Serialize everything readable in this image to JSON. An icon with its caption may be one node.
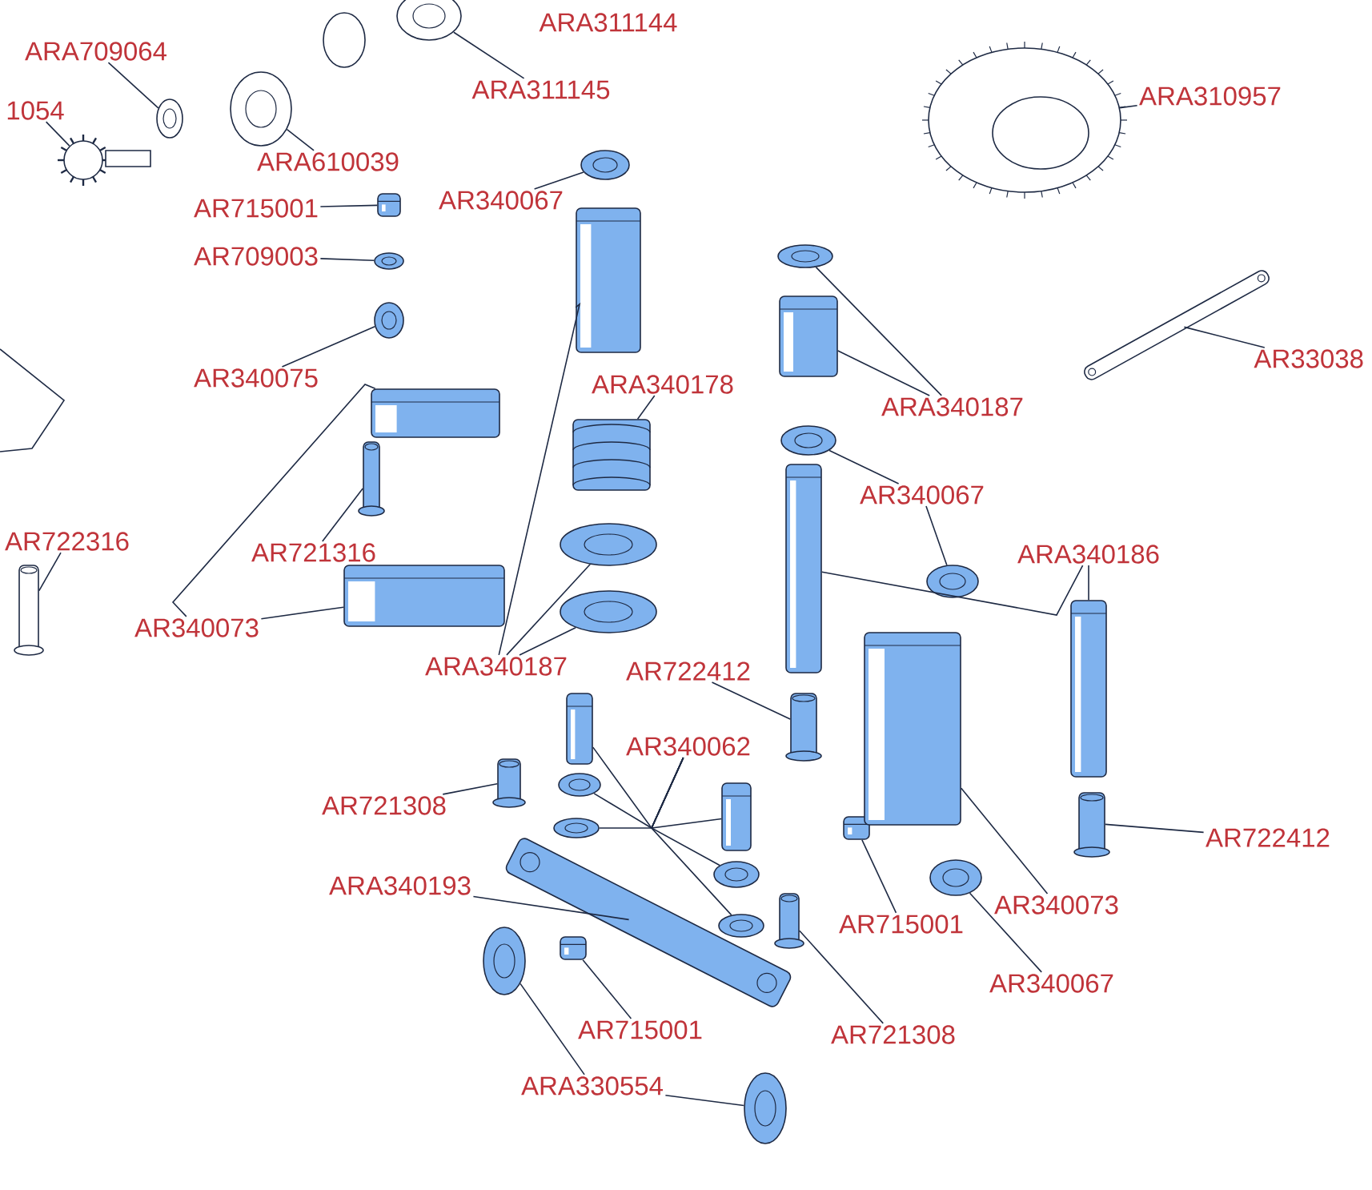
{
  "diagram": {
    "nodes": [
      {
        "text": [
          "ARA709064"
        ]
      },
      {
        "text": [],
        "shape": "picture"
      },
      {
        "text": [
          "1054"
        ]
      },
      {
        "text": [],
        "shape": "picture"
      },
      {
        "text": [
          "ARA610039"
        ]
      },
      {
        "text": [],
        "shape": "picture"
      },
      {
        "text": [
          "ARA311145"
        ]
      },
      {
        "text": [],
        "shape": "picture"
      },
      {
        "text": [
          "ARA310957"
        ]
      },
      {
        "text": [],
        "shape": "picture"
      },
      {
        "text": [
          "AR715001"
        ]
      },
      {
        "text": [],
        "shape": "picture"
      },
      {
        "text": [
          "AR340067"
        ]
      },
      {
        "text": [],
        "shape": "picture"
      },
      {
        "text": [
          "AR709003"
        ]
      },
      {
        "text": [],
        "shape": "picture"
      },
      {
        "text": [
          "AR340075"
        ]
      },
      {
        "text": [],
        "shape": "picture"
      },
      {
        "text": [
          "ARA340178"
        ]
      },
      {
        "text": [],
        "shape": "picture"
      },
      {
        "text": [
          "ARA340187"
        ]
      },
      {
        "text": [],
        "shape": "picture"
      },
      {
        "text": [],
        "shape": "picture"
      },
      {
        "text": [
          "AR33038"
        ]
      },
      {
        "text": [],
        "shape": "picture"
      },
      {
        "text": [
          "AR722316"
        ]
      },
      {
        "text": [],
        "shape": "picture"
      },
      {
        "text": [
          "AR721316"
        ]
      },
      {
        "text": [],
        "shape": "picture"
      },
      {
        "text": [
          "AR340067"
        ]
      },
      {
        "text": [],
        "shape": "picture"
      },
      {
        "text": [],
        "shape": "picture"
      },
      {
        "text": [
          "ARA340186"
        ]
      },
      {
        "text": [],
        "shape": "picture"
      },
      {
        "text": [],
        "shape": "picture"
      },
      {
        "text": [
          "AR340073"
        ]
      },
      {
        "text": [],
        "shape": "picture"
      },
      {
        "text": [],
        "shape": "picture"
      },
      {
        "text": [
          "ARA340187"
        ]
      },
      {
        "text": [],
        "shape": "picture"
      },
      {
        "text": [],
        "shape": "picture"
      },
      {
        "text": [],
        "shape": "picture"
      },
      {
        "text": [
          "AR722412"
        ]
      },
      {
        "text": [],
        "shape": "picture"
      },
      {
        "text": [
          "AR340062"
        ]
      },
      {
        "text": [],
        "shape": "picture"
      },
      {
        "text": [],
        "shape": "picture"
      },
      {
        "text": [],
        "shape": "picture"
      },
      {
        "text": [],
        "shape": "picture"
      },
      {
        "text": [],
        "shape": "picture"
      },
      {
        "text": [],
        "shape": "picture"
      },
      {
        "text": [
          "AR721308"
        ]
      },
      {
        "text": [],
        "shape": "picture"
      },
      {
        "text": [
          "AR722412"
        ]
      },
      {
        "text": [],
        "shape": "picture"
      },
      {
        "text": [
          "ARA340193"
        ]
      },
      {
        "text": [],
        "shape": "picture"
      },
      {
        "text": [
          "AR715001"
        ]
      },
      {
        "text": [],
        "shape": "picture"
      },
      {
        "text": [
          "AR340073"
        ]
      },
      {
        "text": [],
        "shape": "picture"
      },
      {
        "text": [
          "AR340067"
        ]
      },
      {
        "text": [],
        "shape": "picture"
      },
      {
        "text": [
          "AR715001"
        ]
      },
      {
        "text": [],
        "shape": "picture"
      },
      {
        "text": [
          "AR721308"
        ]
      },
      {
        "text": [],
        "shape": "picture"
      },
      {
        "text": [
          "ARA330554"
        ]
      },
      {
        "text": [],
        "shape": "picture"
      },
      {
        "text": [],
        "shape": "picture"
      }
    ],
    "edges": [
      {
        "from": 0,
        "to": 1,
        "arrow": "none"
      },
      {
        "from": 2,
        "to": 3,
        "arrow": "none"
      },
      {
        "from": 4,
        "to": 5,
        "arrow": "none"
      },
      {
        "from": 6,
        "to": 7,
        "arrow": "none"
      },
      {
        "from": 8,
        "to": 9,
        "arrow": "none"
      },
      {
        "from": 10,
        "to": 11,
        "arrow": "none"
      },
      {
        "from": 12,
        "to": 13,
        "arrow": "none"
      },
      {
        "from": 14,
        "to": 15,
        "arrow": "none"
      },
      {
        "from": 16,
        "to": 17,
        "arrow": "none"
      },
      {
        "from": 18,
        "to": 19,
        "arrow": "none"
      },
      {
        "from": 20,
        "to": 21,
        "arrow": "none"
      },
      {
        "from": 20,
        "to": 22,
        "arrow": "none"
      },
      {
        "from": 23,
        "to": 24,
        "arrow": "none"
      },
      {
        "from": 25,
        "to": 26,
        "arrow": "none"
      },
      {
        "from": 27,
        "to": 28,
        "arrow": "none"
      },
      {
        "from": 29,
        "to": 30,
        "arrow": "none"
      },
      {
        "from": 29,
        "to": 31,
        "arrow": "none"
      },
      {
        "from": 32,
        "to": 33,
        "arrow": "none"
      },
      {
        "from": 32,
        "to": 34,
        "arrow": "none"
      },
      {
        "from": 35,
        "to": 36,
        "arrow": "none"
      },
      {
        "from": 35,
        "to": 37,
        "arrow": "none"
      },
      {
        "from": 38,
        "to": 39,
        "arrow": "none"
      },
      {
        "from": 38,
        "to": 40,
        "arrow": "none"
      },
      {
        "from": 38,
        "to": 41,
        "arrow": "none"
      },
      {
        "from": 42,
        "to": 43,
        "arrow": "none"
      },
      {
        "from": 44,
        "to": 45,
        "arrow": "none"
      },
      {
        "from": 44,
        "to": 46,
        "arrow": "none"
      },
      {
        "from": 44,
        "to": 47,
        "arrow": "none"
      },
      {
        "from": 44,
        "to": 48,
        "arrow": "none"
      },
      {
        "from": 44,
        "to": 49,
        "arrow": "none"
      },
      {
        "from": 44,
        "to": 50,
        "arrow": "none"
      },
      {
        "from": 51,
        "to": 52,
        "arrow": "none"
      },
      {
        "from": 53,
        "to": 54,
        "arrow": "none"
      },
      {
        "from": 55,
        "to": 56,
        "arrow": "none"
      },
      {
        "from": 57,
        "to": 58,
        "arrow": "none"
      },
      {
        "from": 59,
        "to": 60,
        "arrow": "none"
      },
      {
        "from": 61,
        "to": 62,
        "arrow": "none"
      },
      {
        "from": 63,
        "to": 64,
        "arrow": "none"
      },
      {
        "from": 65,
        "to": 66,
        "arrow": "none"
      },
      {
        "from": 67,
        "to": 68,
        "arrow": "none"
      },
      {
        "from": 67,
        "to": 69,
        "arrow": "none"
      }
    ],
    "labels": [
      "ARA311144"
    ]
  }
}
